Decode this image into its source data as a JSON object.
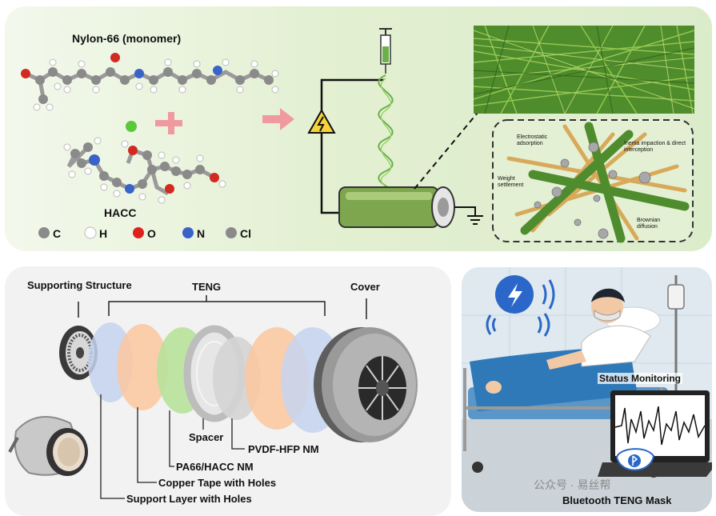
{
  "synthesis": {
    "title": "Nylon-66 (monomer)",
    "hacc_label": "HACC",
    "legend": [
      {
        "symbol": "C",
        "color": "#8a8a8a"
      },
      {
        "symbol": "H",
        "color": "#ffffff"
      },
      {
        "symbol": "O",
        "color": "#e0201c"
      },
      {
        "symbol": "N",
        "color": "#3a63c8"
      },
      {
        "symbol": "Cl",
        "color": "#8a8a8a"
      }
    ],
    "mechanisms": {
      "electrostatic": "Electrostatic adsorption",
      "inertia": "Inertia impaction & direct interception",
      "weight": "Weight settlement",
      "brownian": "Brownian diffusion"
    }
  },
  "structure": {
    "supporting_structure": "Supporting Structure",
    "teng": "TENG",
    "cover": "Cover",
    "layers": {
      "spacer": "Spacer",
      "pvdf": "PVDF-HFP NM",
      "pa66": "PA66/HACC NM",
      "copper": "Copper Tape with Holes",
      "support": "Support Layer with Holes"
    }
  },
  "application": {
    "status_monitoring": "Status Monitoring",
    "mask_label": "Bluetooth TENG Mask",
    "watermark": "公众号 · 易丝帮"
  }
}
